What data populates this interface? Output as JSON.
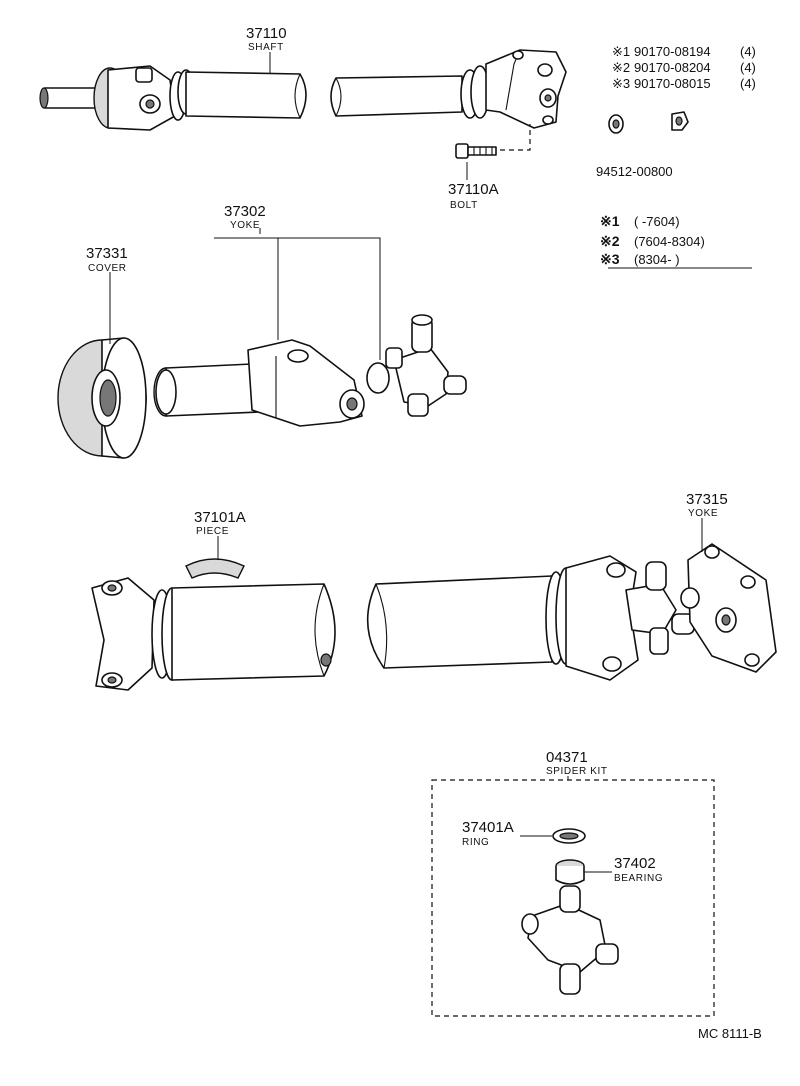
{
  "diagram": {
    "code": "MC 8111-B",
    "parts": {
      "shaft": {
        "number": "37110",
        "name": "SHAFT"
      },
      "bolt": {
        "number": "37110A",
        "name": "BOLT"
      },
      "washer": {
        "number": "94512-00800"
      },
      "yoke_front": {
        "number": "37302",
        "name": "YOKE"
      },
      "cover": {
        "number": "37331",
        "name": "COVER"
      },
      "piece": {
        "number": "37101A",
        "name": "PIECE"
      },
      "yoke_rear": {
        "number": "37315",
        "name": "YOKE"
      },
      "spider_kit": {
        "number": "04371",
        "name": "SPIDER KIT"
      },
      "ring": {
        "number": "37401A",
        "name": "RING"
      },
      "bearing": {
        "number": "37402",
        "name": "BEARING"
      }
    },
    "nuts": [
      {
        "mark": "※1",
        "number": "90170-08194",
        "qty": "(4)"
      },
      {
        "mark": "※2",
        "number": "90170-08204",
        "qty": "(4)"
      },
      {
        "mark": "※3",
        "number": "90170-08015",
        "qty": "(4)"
      }
    ],
    "legend": [
      {
        "mark": "※1",
        "range": "(        -7604)"
      },
      {
        "mark": "※2",
        "range": "(7604-8304)"
      },
      {
        "mark": "※3",
        "range": "(8304-        )"
      }
    ]
  }
}
